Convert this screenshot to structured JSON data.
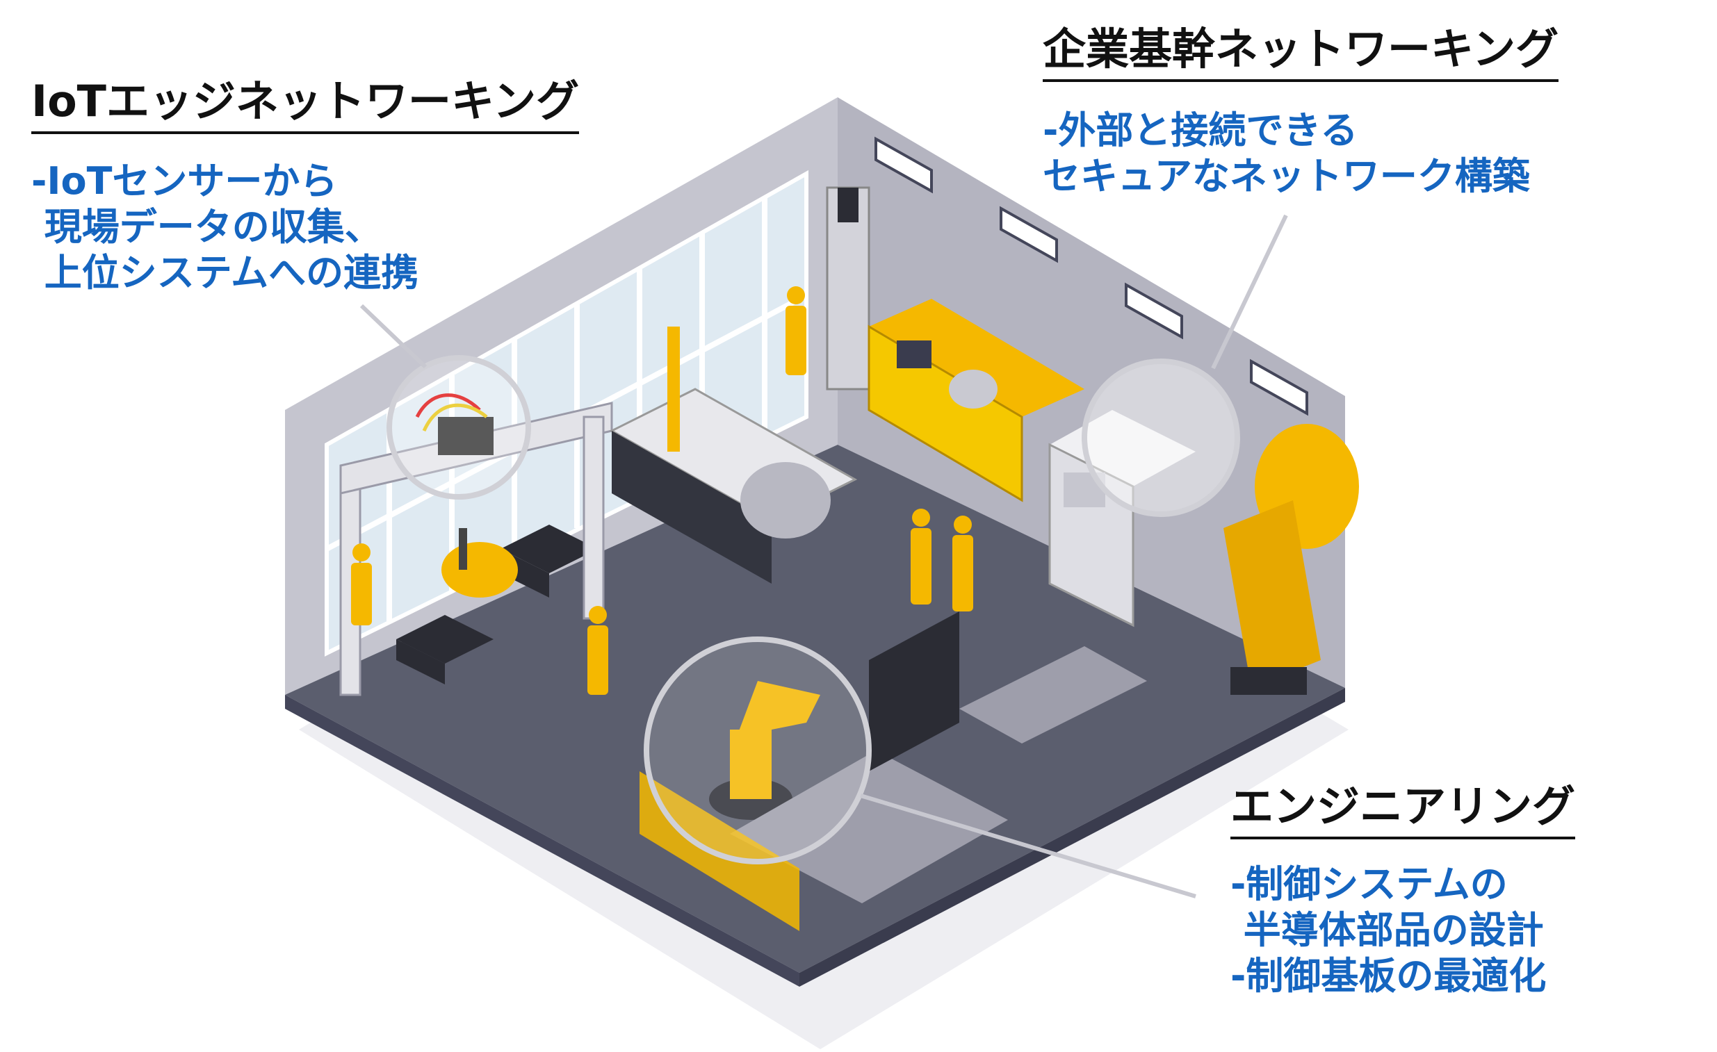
{
  "callouts": {
    "iot": {
      "title": "IoTエッジネットワーキング",
      "lines": [
        "-IoTセンサーから",
        " 現場データの収集、",
        " 上位システムへの連携"
      ]
    },
    "enterprise": {
      "title": "企業基幹ネットワーキング",
      "lines": [
        "-外部と接続できる",
        "セキュアなネットワーク構築"
      ]
    },
    "engineering": {
      "title": "エンジニアリング",
      "lines": [
        "-制御システムの",
        " 半導体部品の設計",
        "-制御基板の最適化"
      ]
    }
  },
  "colors": {
    "title_text": "#111111",
    "desc_text": "#1565c0",
    "floor": "#5b5e6e",
    "wall": "#a9a9b5",
    "machine_yellow": "#f5b800",
    "machine_white": "#ececef"
  }
}
